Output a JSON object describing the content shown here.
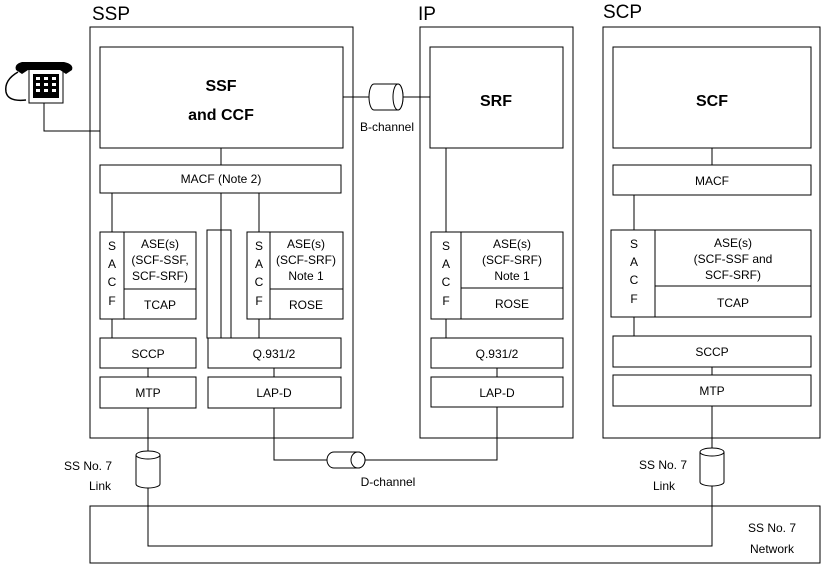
{
  "nodes": {
    "ssp": "SSP",
    "ip": "IP",
    "scp": "SCP"
  },
  "ssp": {
    "ssf_line1": "SSF",
    "ssf_line2": "and CCF",
    "macf": "MACF (Note 2)",
    "sacf_left": [
      "S",
      "A",
      "C",
      "F"
    ],
    "ase_left": [
      "ASE(s)",
      "(SCF-SSF,",
      "SCF-SRF)"
    ],
    "tcap": "TCAP",
    "sacf_right": [
      "S",
      "A",
      "C",
      "F"
    ],
    "ase_right": [
      "ASE(s)",
      "(SCF-SRF)",
      "Note 1"
    ],
    "rose": "ROSE",
    "sccp": "SCCP",
    "q931": "Q.931/2",
    "mtp": "MTP",
    "lapd": "LAP-D"
  },
  "ip": {
    "srf": "SRF",
    "sacf": [
      "S",
      "A",
      "C",
      "F"
    ],
    "ase": [
      "ASE(s)",
      "(SCF-SRF)",
      "Note 1"
    ],
    "rose": "ROSE",
    "q931": "Q.931/2",
    "lapd": "LAP-D"
  },
  "scp": {
    "scf": "SCF",
    "macf": "MACF",
    "sacf": [
      "S",
      "A",
      "C",
      "F"
    ],
    "ase": [
      "ASE(s)",
      "(SCF-SSF and",
      "SCF-SRF)"
    ],
    "tcap": "TCAP",
    "sccp": "SCCP",
    "mtp": "MTP"
  },
  "links": {
    "b_channel": "B-channel",
    "d_channel": "D-channel",
    "ss7_link_left": [
      "SS No. 7",
      "Link"
    ],
    "ss7_link_right": [
      "SS No. 7",
      "Link"
    ],
    "ss7_network": [
      "SS No. 7",
      "Network"
    ]
  },
  "icons": {
    "telephone": "telephone-icon",
    "b_channel_pipe": "cylinder-pipe-icon",
    "d_channel_pipe": "cylinder-pipe-icon",
    "ss7_link_left": "cylinder-icon",
    "ss7_link_right": "cylinder-icon"
  }
}
